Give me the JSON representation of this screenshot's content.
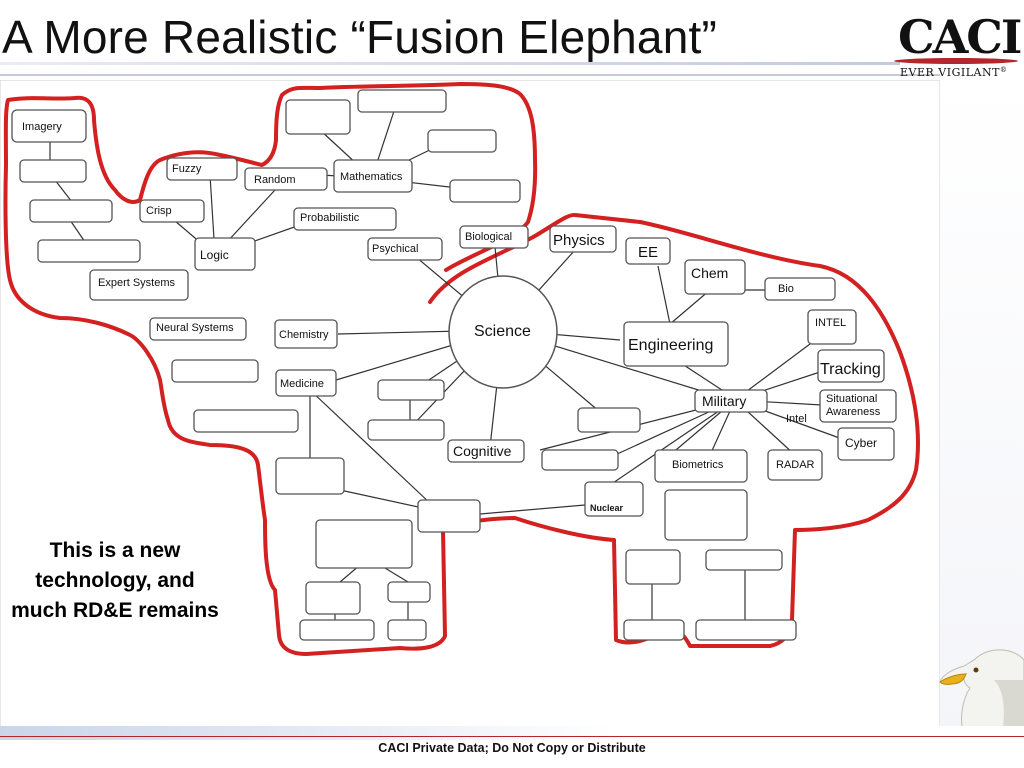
{
  "slide": {
    "title": "A More Realistic “Fusion Elephant”",
    "note": "This is a new technology, and much RD&E remains",
    "footer": "CACI Private Data; Do Not Copy or Distribute"
  },
  "logo": {
    "wordmark": "CACI",
    "tagline": "EVER VIGILANT",
    "trademark": "®"
  },
  "diagram": {
    "outline_color": "#d32020",
    "nodes": {
      "imagery": "Imagery",
      "fuzzy": "Fuzzy",
      "random": "Random",
      "mathematics": "Mathematics",
      "crisp": "Crisp",
      "probabilistic": "Probabilistic",
      "logic": "Logic",
      "psychical": "Psychical",
      "biological": "Biological",
      "physics": "Physics",
      "ee": "EE",
      "chem": "Chem",
      "bio": "Bio",
      "expert_systems": "Expert Systems",
      "neural_systems": "Neural Systems",
      "chemistry": "Chemistry",
      "science": "Science",
      "engineering": "Engineering",
      "intel_box": "INTEL",
      "tracking": "Tracking",
      "medicine": "Medicine",
      "military": "Military",
      "situational_awareness_1": "Situational",
      "situational_awareness_2": "Awareness",
      "intel_label": "Intel",
      "cyber": "Cyber",
      "cognitive": "Cognitive",
      "biometrics": "Biometrics",
      "radar": "RADAR",
      "nuclear": "Nuclear"
    }
  }
}
